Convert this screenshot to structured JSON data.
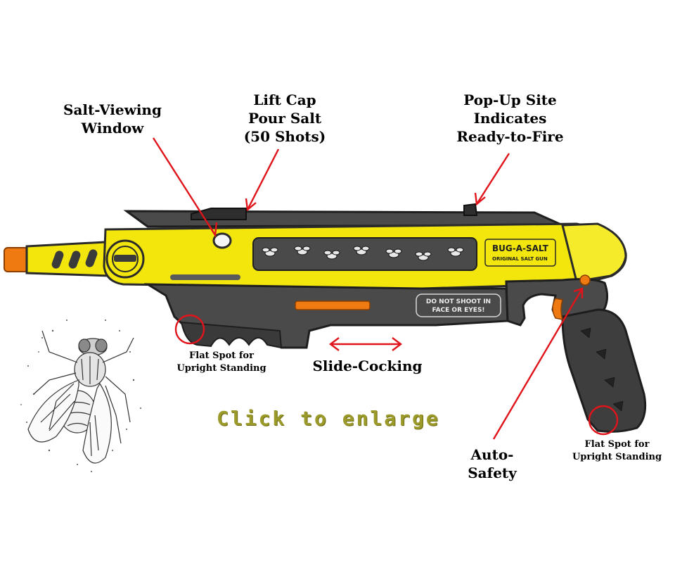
{
  "callouts": {
    "salt_window": [
      "Salt-Viewing",
      "Window"
    ],
    "lift_cap": [
      "Lift Cap",
      "Pour Salt",
      "(50 Shots)"
    ],
    "pop_up_site": [
      "Pop-Up Site",
      "Indicates",
      "Ready-to-Fire"
    ],
    "flat_spot_front": [
      "Flat Spot for",
      "Upright Standing"
    ],
    "slide_cocking": "Slide-Cocking",
    "auto_safety": [
      "Auto-",
      "Safety"
    ],
    "flat_spot_rear": [
      "Flat Spot for",
      "Upright Standing"
    ]
  },
  "gun_labels": {
    "brand": "BUG-A-SALT",
    "subbrand": "ORIGINAL SALT GUN",
    "warning": [
      "DO NOT SHOOT IN",
      "FACE OR EYES!"
    ]
  },
  "link": {
    "enlarge": "Click to enlarge"
  },
  "colors": {
    "gun_yellow": "#f2e60c",
    "gun_dark": "#3a3a3a",
    "barrel_orange": "#f07a12",
    "arrow_red": "#e0141a",
    "link_olive": "#9b9a2a"
  }
}
